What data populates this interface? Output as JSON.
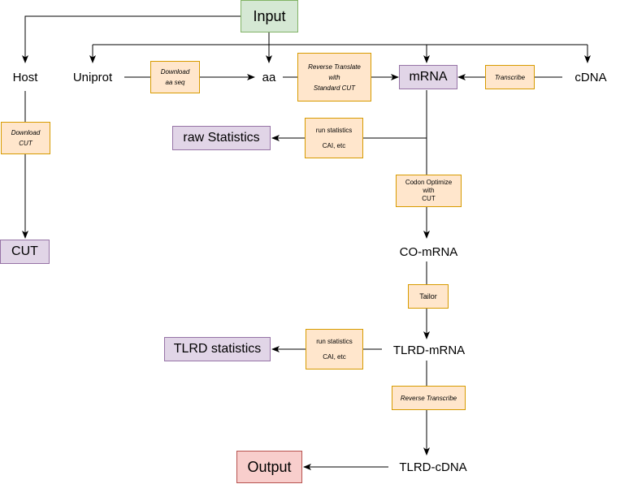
{
  "nodes": {
    "input": "Input",
    "host": "Host",
    "uniprot": "Uniprot",
    "aa": "aa",
    "mrna": "mRNA",
    "cdna": "cDNA",
    "raw_statistics": "raw Statistics",
    "cut": "CUT",
    "co_mrna": "CO-mRNA",
    "tlrd_mrna": "TLRD-mRNA",
    "tlrd_statistics": "TLRD statistics",
    "tlrd_cdna": "TLRD-cDNA",
    "output": "Output"
  },
  "processes": {
    "download_aa": [
      "Download",
      "aa seq"
    ],
    "reverse_translate": [
      "Reverse Translate",
      "with",
      "Standard CUT"
    ],
    "transcribe": [
      "Transcribe"
    ],
    "download_cut": [
      "Download",
      "CUT"
    ],
    "run_stats_raw": [
      "run statistics",
      "CAI, etc"
    ],
    "codon_optimize": [
      "Codon Optimize",
      "with",
      "CUT"
    ],
    "tailor": [
      "Tailor"
    ],
    "run_stats_tlrd": [
      "run statistics",
      "CAI, etc"
    ],
    "reverse_transcribe": [
      "Reverse Transcribe"
    ]
  },
  "colors": {
    "input_fill": "#d5e8d4",
    "result_fill": "#e1d5e7",
    "output_fill": "#f8cecc",
    "process_fill": "#ffe6cc",
    "edge": "#000000"
  }
}
